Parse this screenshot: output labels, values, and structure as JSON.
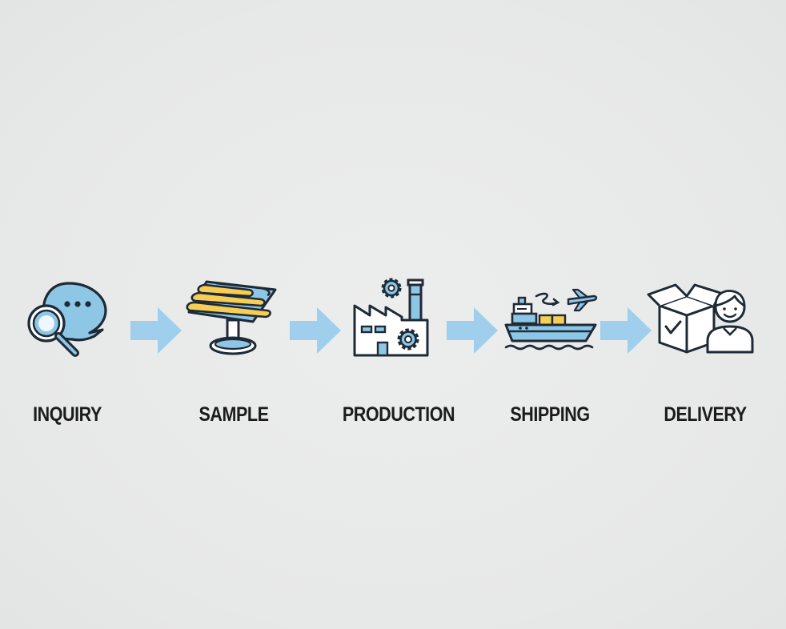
{
  "colors": {
    "background": "#e9eaea",
    "outline": "#1e2a36",
    "icon_blue": "#8ec6e6",
    "icon_yellow": "#f6cd55",
    "arrow_blue": "#9fcfec",
    "label_text": "#1b1b1b"
  },
  "steps": [
    {
      "label": "INQUIRY",
      "icon": "magnifier-speech-bubble-icon"
    },
    {
      "label": "SAMPLE",
      "icon": "solar-panel-sample-icon"
    },
    {
      "label": "PRODUCTION",
      "icon": "factory-gears-icon"
    },
    {
      "label": "SHIPPING",
      "icon": "cargo-ship-airplane-icon"
    },
    {
      "label": "DELIVERY",
      "icon": "box-customer-icon"
    }
  ],
  "arrows": [
    {
      "from": "INQUIRY",
      "to": "SAMPLE",
      "icon": "right-arrow-icon"
    },
    {
      "from": "SAMPLE",
      "to": "PRODUCTION",
      "icon": "right-arrow-icon"
    },
    {
      "from": "PRODUCTION",
      "to": "SHIPPING",
      "icon": "right-arrow-icon"
    },
    {
      "from": "SHIPPING",
      "to": "DELIVERY",
      "icon": "right-arrow-icon"
    }
  ]
}
